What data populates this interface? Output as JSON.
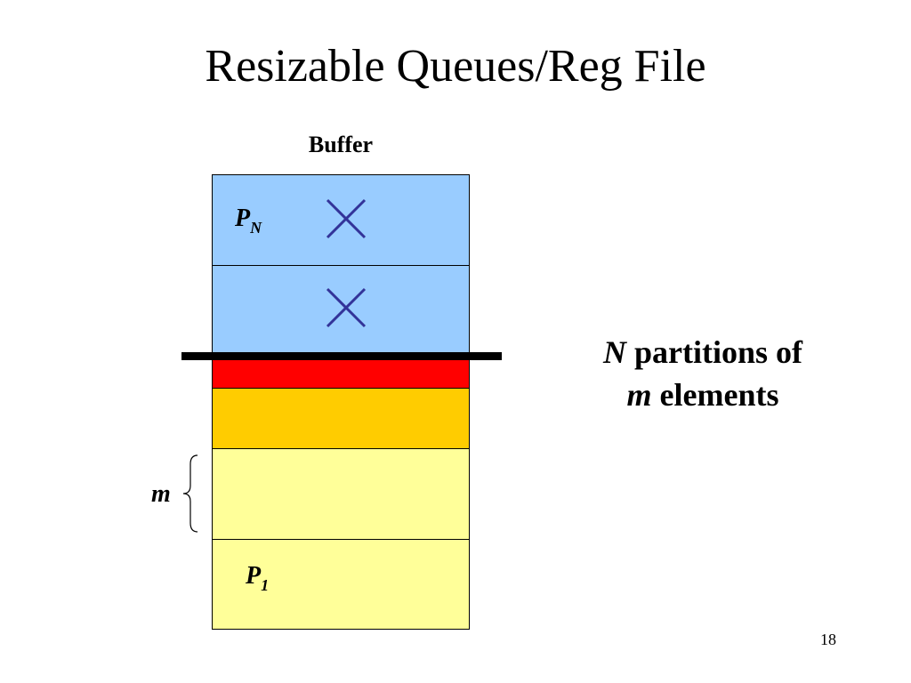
{
  "slide": {
    "title": "Resizable Queues/Reg File",
    "page_number": "18"
  },
  "diagram": {
    "buffer_label": "Buffer",
    "top_partition": {
      "var": "P",
      "sub": "N"
    },
    "bottom_partition": {
      "var": "P",
      "sub": "1"
    },
    "size_label": "m",
    "icons": [
      "x-mark-icon",
      "x-mark-icon",
      "curly-brace-icon"
    ],
    "colors": {
      "free": "#99ccff",
      "active": "#ff0000",
      "partial": "#ffcc00",
      "used": "#ffff99",
      "x_mark": "#333399"
    }
  },
  "annotation": {
    "line1_var": "N",
    "line1_rest": " partitions of",
    "line2_var": "m",
    "line2_rest": " elements"
  }
}
